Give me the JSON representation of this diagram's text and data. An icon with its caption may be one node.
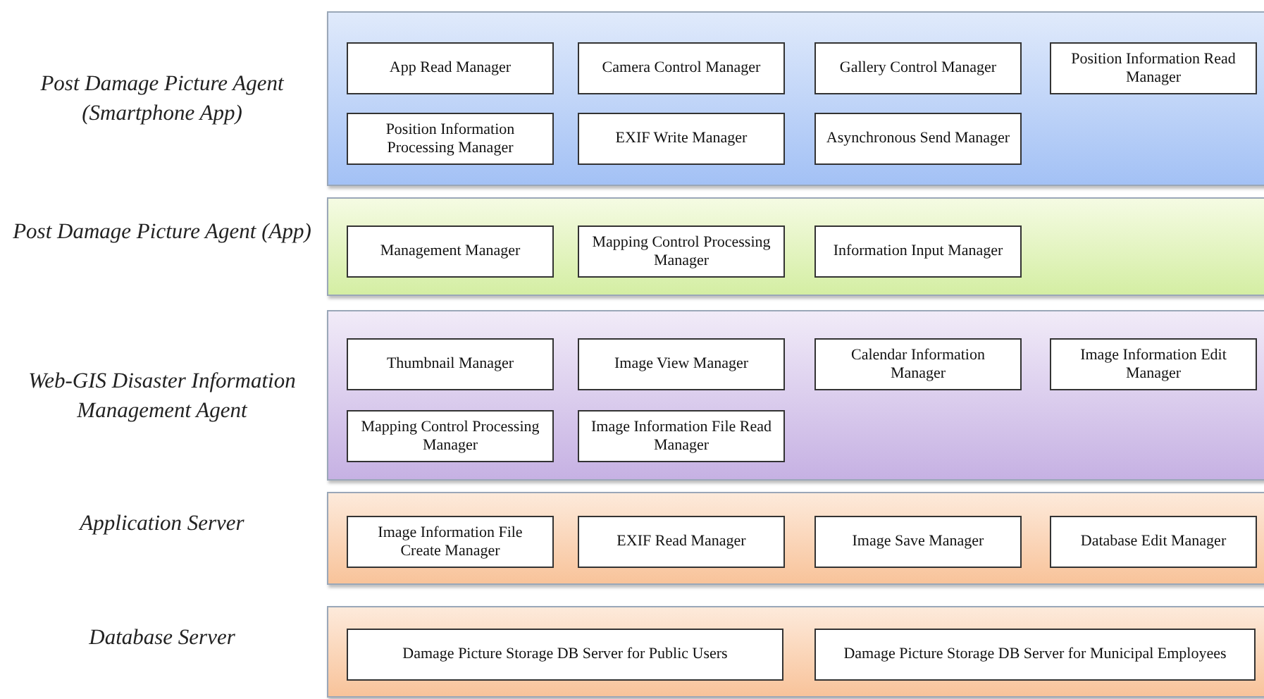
{
  "diagram": {
    "nodes": [
      {
        "text": [
          "Post Damage Picture Agent (Smartphone App)"
        ]
      },
      {
        "text": [
          "App Read Manager"
        ],
        "in": 0
      },
      {
        "text": [
          "Camera Control Manager"
        ],
        "in": 0
      },
      {
        "text": [
          "Gallery Control Manager"
        ],
        "in": 0
      },
      {
        "text": [
          "Position Information Read Manager"
        ],
        "in": 0
      },
      {
        "text": [
          "Position Information Processing Manager"
        ],
        "in": 0
      },
      {
        "text": [
          "EXIF Write Manager"
        ],
        "in": 0
      },
      {
        "text": [
          "Asynchronous Send Manager"
        ],
        "in": 0
      },
      {
        "text": [
          "Post Damage Picture Agent (App)"
        ]
      },
      {
        "text": [
          "Management Manager"
        ],
        "in": 8
      },
      {
        "text": [
          "Mapping Control Processing Manager"
        ],
        "in": 8
      },
      {
        "text": [
          "Information Input Manager"
        ],
        "in": 8
      },
      {
        "text": [
          "Web-GIS Disaster Information Management Agent"
        ]
      },
      {
        "text": [
          "Thumbnail Manager"
        ],
        "in": 12
      },
      {
        "text": [
          "Image View Manager"
        ],
        "in": 12
      },
      {
        "text": [
          "Calendar Information Manager"
        ],
        "in": 12
      },
      {
        "text": [
          "Image Information Edit Manager"
        ],
        "in": 12
      },
      {
        "text": [
          "Mapping Control Processing Manager"
        ],
        "in": 12
      },
      {
        "text": [
          "Image Information File Read Manager"
        ],
        "in": 12
      },
      {
        "text": [
          "Application Server"
        ]
      },
      {
        "text": [
          "Image Information File Create Manager"
        ],
        "in": 19
      },
      {
        "text": [
          "EXIF Read Manager"
        ],
        "in": 19
      },
      {
        "text": [
          "Image Save Manager"
        ],
        "in": 19
      },
      {
        "text": [
          "Database Edit Manager"
        ],
        "in": 19
      },
      {
        "text": [
          "Database Server"
        ]
      },
      {
        "text": [
          "Damage Picture Storage DB Server for Public Users"
        ],
        "in": 24
      },
      {
        "text": [
          "Damage Picture Storage DB Server for Municipal Employees"
        ],
        "in": 24
      }
    ]
  }
}
